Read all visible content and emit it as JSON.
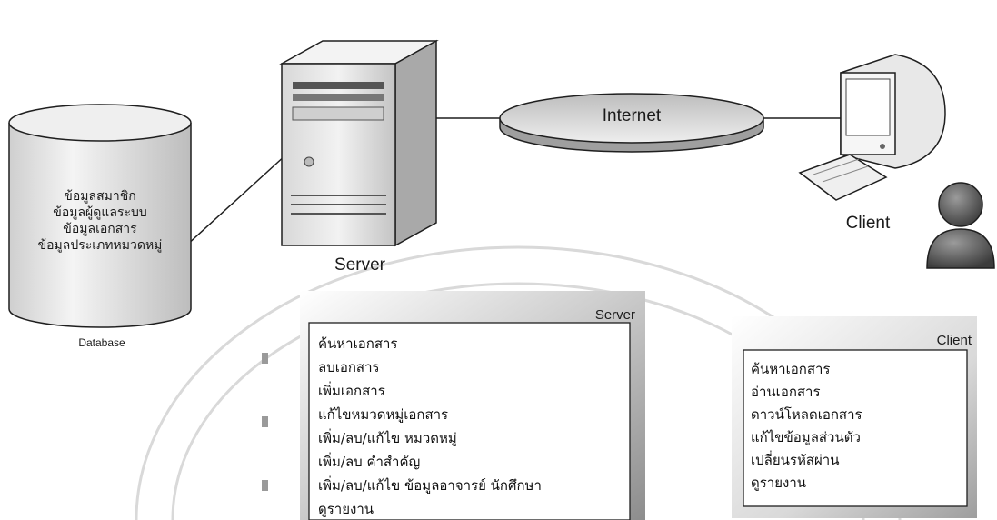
{
  "database": {
    "lines": [
      "ข้อมูลสมาชิก",
      "ข้อมูลผู้ดูแลระบบ",
      "ข้อมูลเอกสาร",
      "ข้อมูลประเภทหมวดหมู่"
    ],
    "label": "Database"
  },
  "server": {
    "label": "Server"
  },
  "internet": {
    "label": "Internet"
  },
  "client": {
    "label": "Client"
  },
  "server_panel": {
    "title": "Server",
    "items": [
      "ค้นหาเอกสาร",
      "ลบเอกสาร",
      "เพิ่มเอกสาร",
      "แก้ไขหมวดหมู่เอกสาร",
      "เพิ่ม/ลบ/แก้ไข หมวดหมู่",
      "เพิ่ม/ลบ คำสำคัญ",
      "เพิ่ม/ลบ/แก้ไข ข้อมูลอาจารย์ นักศึกษา",
      "ดูรายงาน"
    ]
  },
  "client_panel": {
    "title": "Client",
    "items": [
      "ค้นหาเอกสาร",
      "อ่านเอกสาร",
      "ดาวน์โหลดเอกสาร",
      "แก้ไขข้อมูลส่วนตัว",
      "เปลี่ยนรหัสผ่าน",
      "ดูรายงาน"
    ]
  },
  "colors": {
    "line": "#1f1f1f",
    "panel_gray": "#9a9a9a",
    "shape_fill": "#e6e6e6"
  }
}
